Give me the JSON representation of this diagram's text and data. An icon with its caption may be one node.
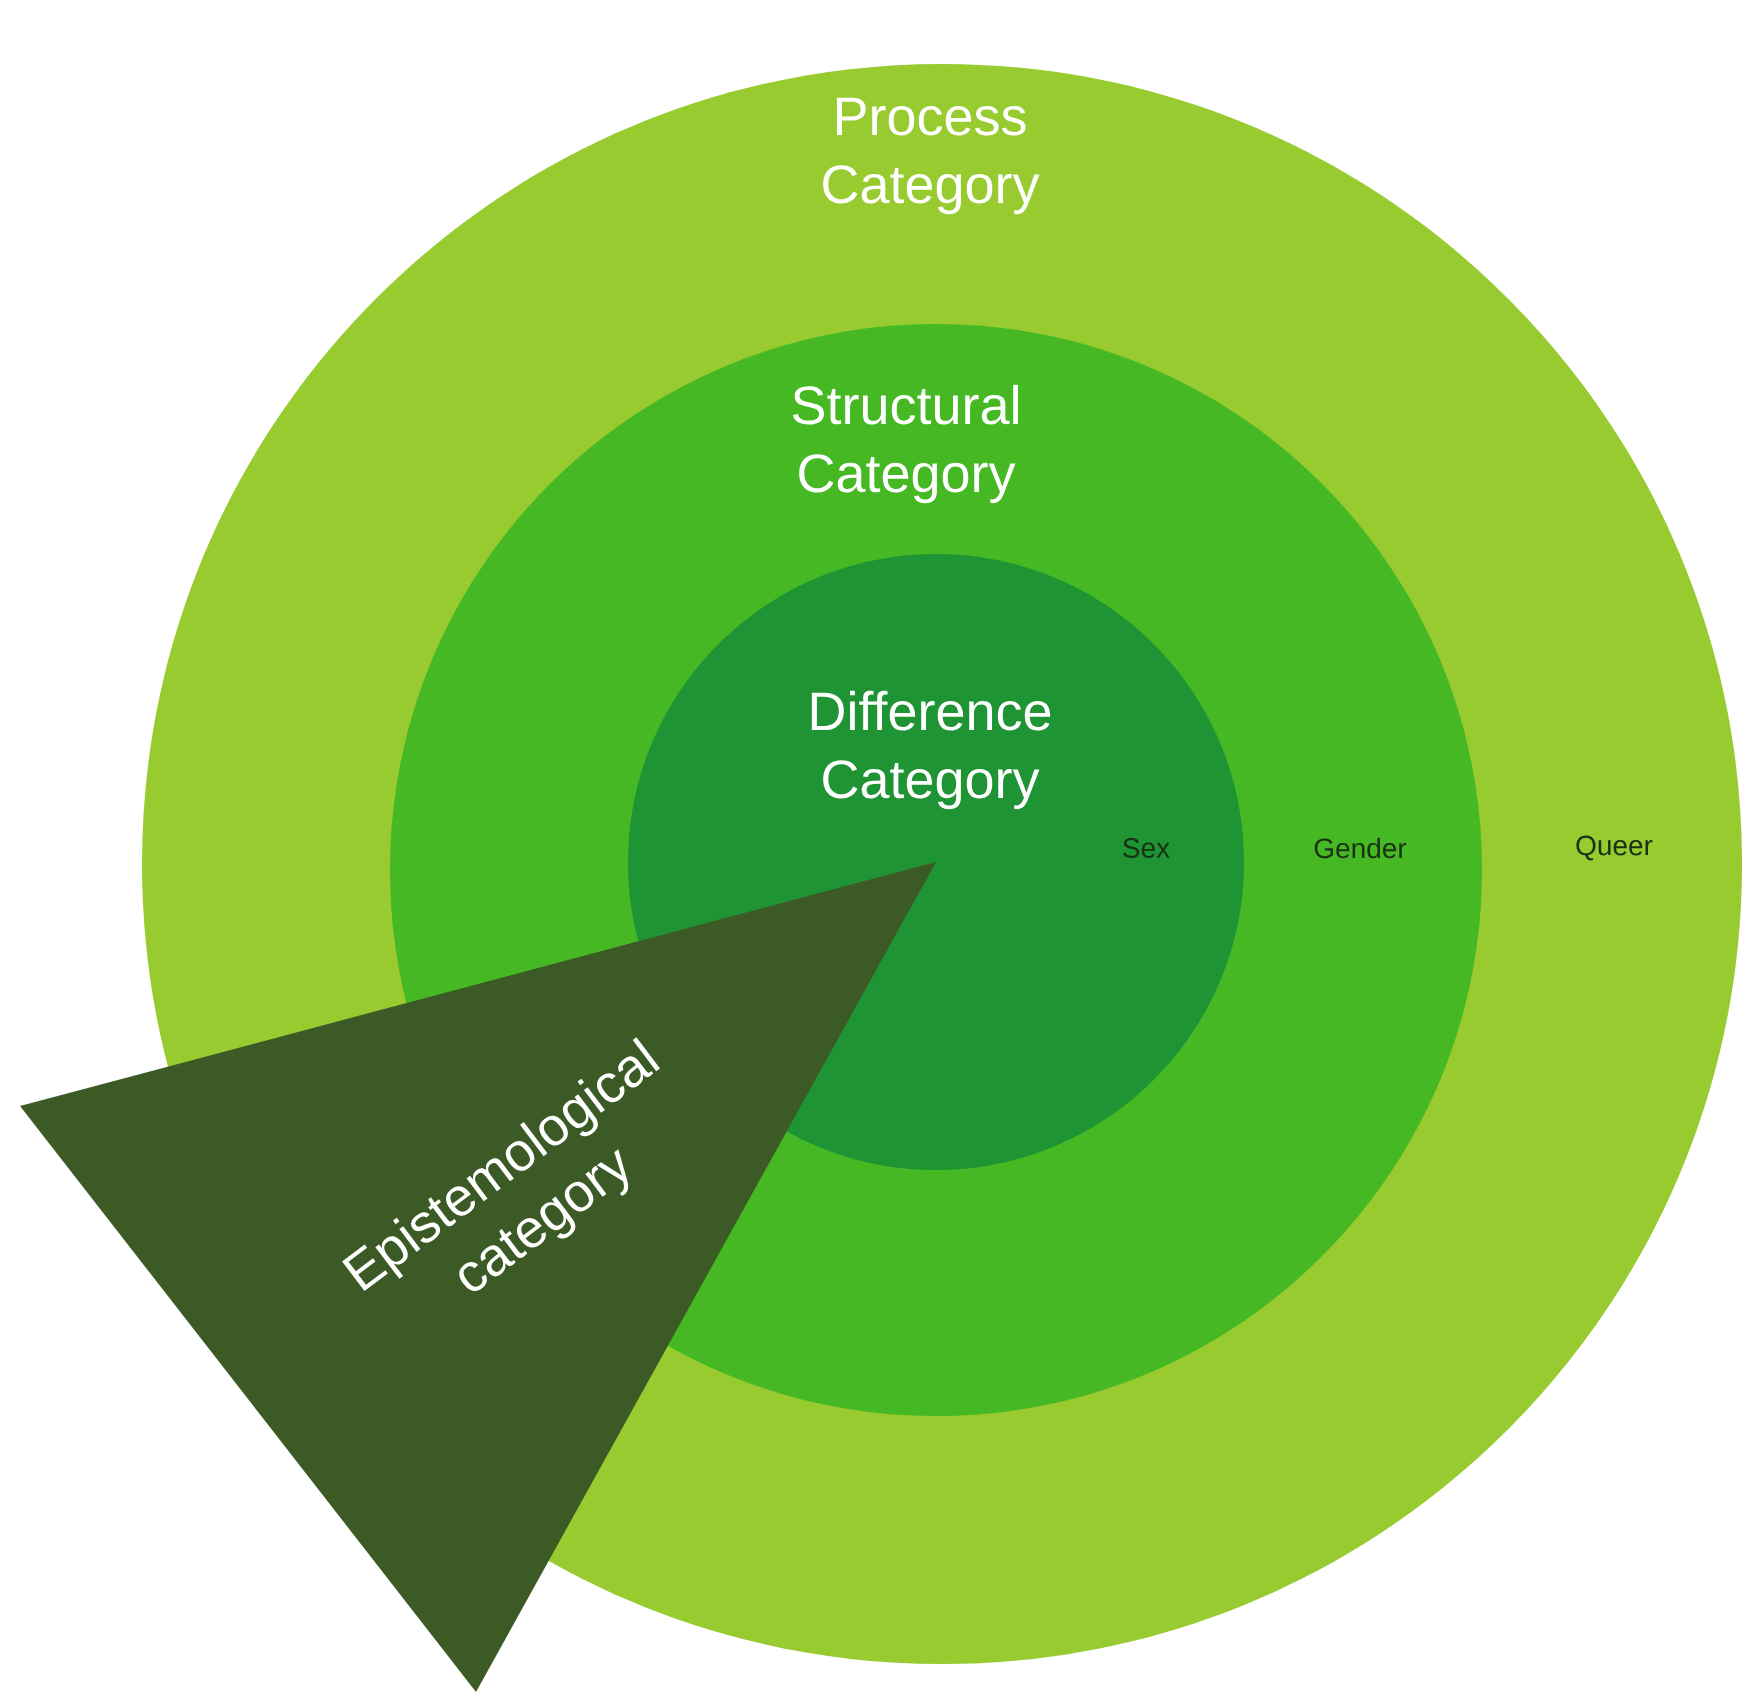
{
  "diagram": {
    "nodes": [
      {
        "text": [
          "Process Category",
          "Queer"
        ]
      },
      {
        "text": [
          "Structural Category",
          "Gender"
        ],
        "in": 0
      },
      {
        "text": [
          "Difference Category",
          "Sex"
        ],
        "in": 1
      },
      {
        "text": [
          "Epistemological category"
        ]
      }
    ]
  }
}
